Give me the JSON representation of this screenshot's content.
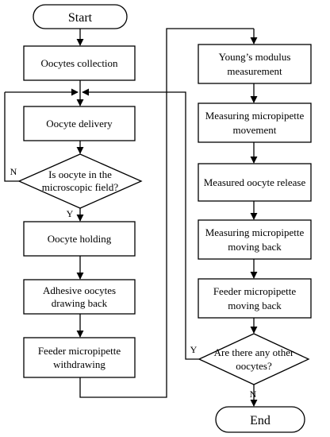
{
  "flowchart": {
    "start": "Start",
    "end": "End",
    "steps": {
      "collection": "Oocytes collection",
      "delivery": "Oocyte delivery",
      "decision_field_1": "Is oocyte in the",
      "decision_field_2": "microscopic field?",
      "holding": "Oocyte holding",
      "drawing_back_1": "Adhesive oocytes",
      "drawing_back_2": "drawing back",
      "withdrawing_1": "Feeder micropipette",
      "withdrawing_2": "withdrawing",
      "youngs_1": "Young’s modulus",
      "youngs_2": "measurement",
      "measuring_move_1": "Measuring micropipette",
      "measuring_move_2": "movement",
      "release": "Measured oocyte release",
      "measuring_back_1": "Measuring micropipette",
      "measuring_back_2": "moving back",
      "feeder_back_1": "Feeder micropipette",
      "feeder_back_2": "moving back",
      "decision_other_1": "Are there any other",
      "decision_other_2": "oocytes?"
    },
    "labels": {
      "no_1": "N",
      "yes_1": "Y",
      "yes_2": "Y",
      "no_2": "N"
    }
  }
}
